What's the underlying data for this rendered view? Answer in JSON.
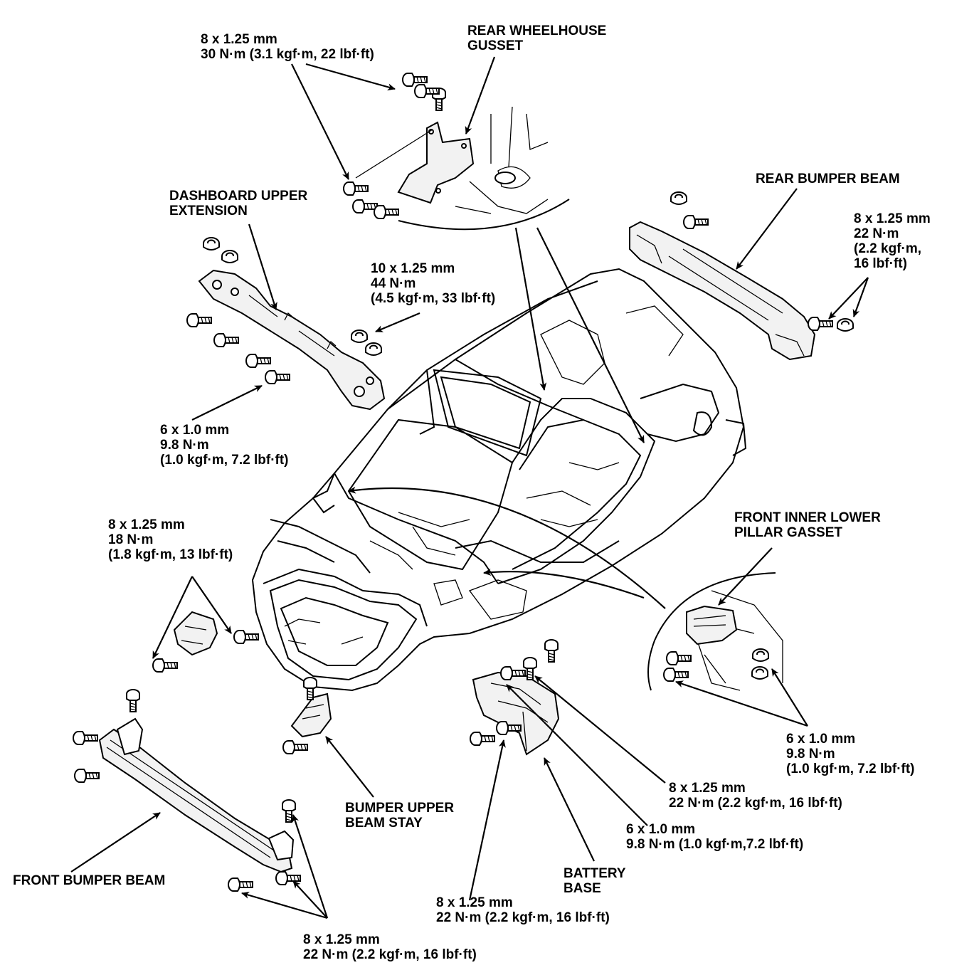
{
  "colors": {
    "ink": "#000000",
    "paper": "#ffffff"
  },
  "labels": {
    "rear_wheelhouse_gusset": [
      "REAR WHEELHOUSE",
      "GUSSET"
    ],
    "torque_gusset": [
      "8 x 1.25 mm",
      "30 N·m (3.1 kgf·m, 22 lbf·ft)"
    ],
    "rear_bumper_beam": [
      "REAR BUMPER BEAM"
    ],
    "torque_rear_bumper": [
      "8 x 1.25 mm",
      "22 N·m",
      "(2.2 kgf·m,",
      "16 lbf·ft)"
    ],
    "dashboard_upper_extension": [
      "DASHBOARD UPPER",
      "EXTENSION"
    ],
    "torque_dash_10": [
      "10 x 1.25 mm",
      "44 N·m",
      "(4.5 kgf·m, 33 lbf·ft)"
    ],
    "torque_dash_6": [
      "6 x 1.0 mm",
      "9.8 N·m",
      "(1.0 kgf·m, 7.2 lbf·ft)"
    ],
    "front_inner_lower_pillar_gasset": [
      "FRONT INNER LOWER",
      "PILLAR GASSET"
    ],
    "torque_pillar": [
      "6 x 1.0 mm",
      "9.8 N·m",
      "(1.0 kgf·m, 7.2 lbf·ft)"
    ],
    "torque_front_bracket": [
      "8 x 1.25 mm",
      "18 N·m",
      "(1.8 kgf·m, 13 lbf·ft)"
    ],
    "torque_battery_8_upper": [
      "8 x 1.25 mm",
      "22 N·m (2.2 kgf·m, 16 lbf·ft)"
    ],
    "torque_battery_6": [
      "6 x 1.0 mm",
      "9.8 N·m (1.0 kgf·m,7.2 lbf·ft)"
    ],
    "battery_base": [
      "BATTERY",
      "BASE"
    ],
    "torque_battery_8_lower": [
      "8 x 1.25 mm",
      "22 N·m (2.2 kgf·m, 16 lbf·ft)"
    ],
    "bumper_upper_beam_stay": [
      "BUMPER UPPER",
      "BEAM STAY"
    ],
    "front_bumper_beam": [
      "FRONT BUMPER BEAM"
    ],
    "torque_front_bumper": [
      "8 x 1.25 mm",
      "22 N·m (2.2 kgf·m, 16 lbf·ft)"
    ]
  },
  "icons": [
    "bolt-icon",
    "nut-icon",
    "arrow-icon"
  ]
}
